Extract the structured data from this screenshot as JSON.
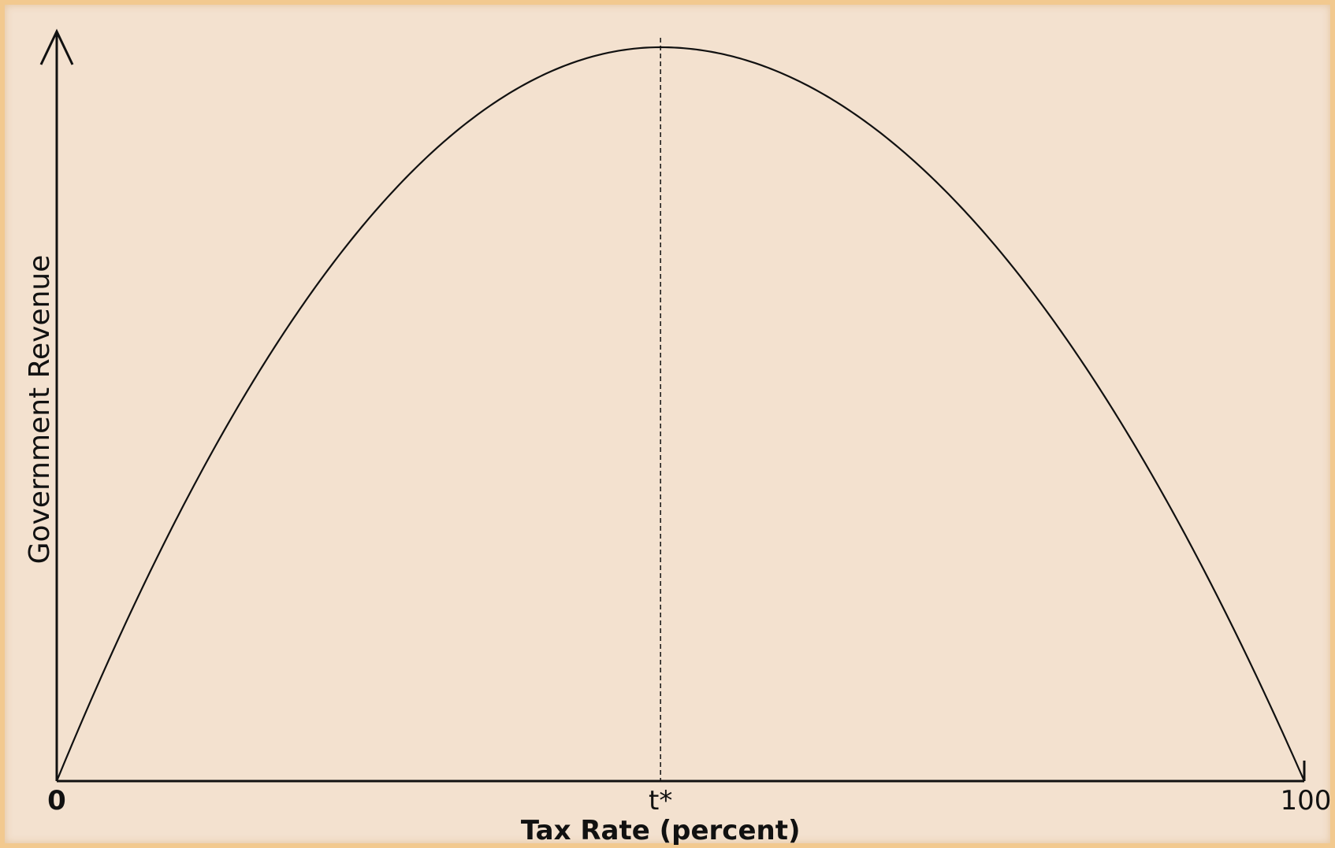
{
  "chart_data": {
    "type": "line",
    "title": "",
    "xlabel": "Tax Rate (percent)",
    "ylabel": "Government Revenue",
    "xlim": [
      0,
      100
    ],
    "x_ticks": [
      {
        "value": 0,
        "label": "0"
      },
      {
        "value": 48.4,
        "label": "t*"
      },
      {
        "value": 100,
        "label": "100"
      }
    ],
    "peak_x": 48.4,
    "peak_label": "t*",
    "grid": false,
    "series": [
      {
        "name": "",
        "x": [
          0,
          10,
          20,
          30,
          40,
          48.4,
          60,
          70,
          80,
          90,
          100
        ],
        "y": [
          0,
          0.34,
          0.62,
          0.84,
          0.97,
          1.0,
          0.94,
          0.83,
          0.65,
          0.38,
          0
        ]
      }
    ],
    "line_color": "#111111",
    "background": "#f3e1cf"
  }
}
